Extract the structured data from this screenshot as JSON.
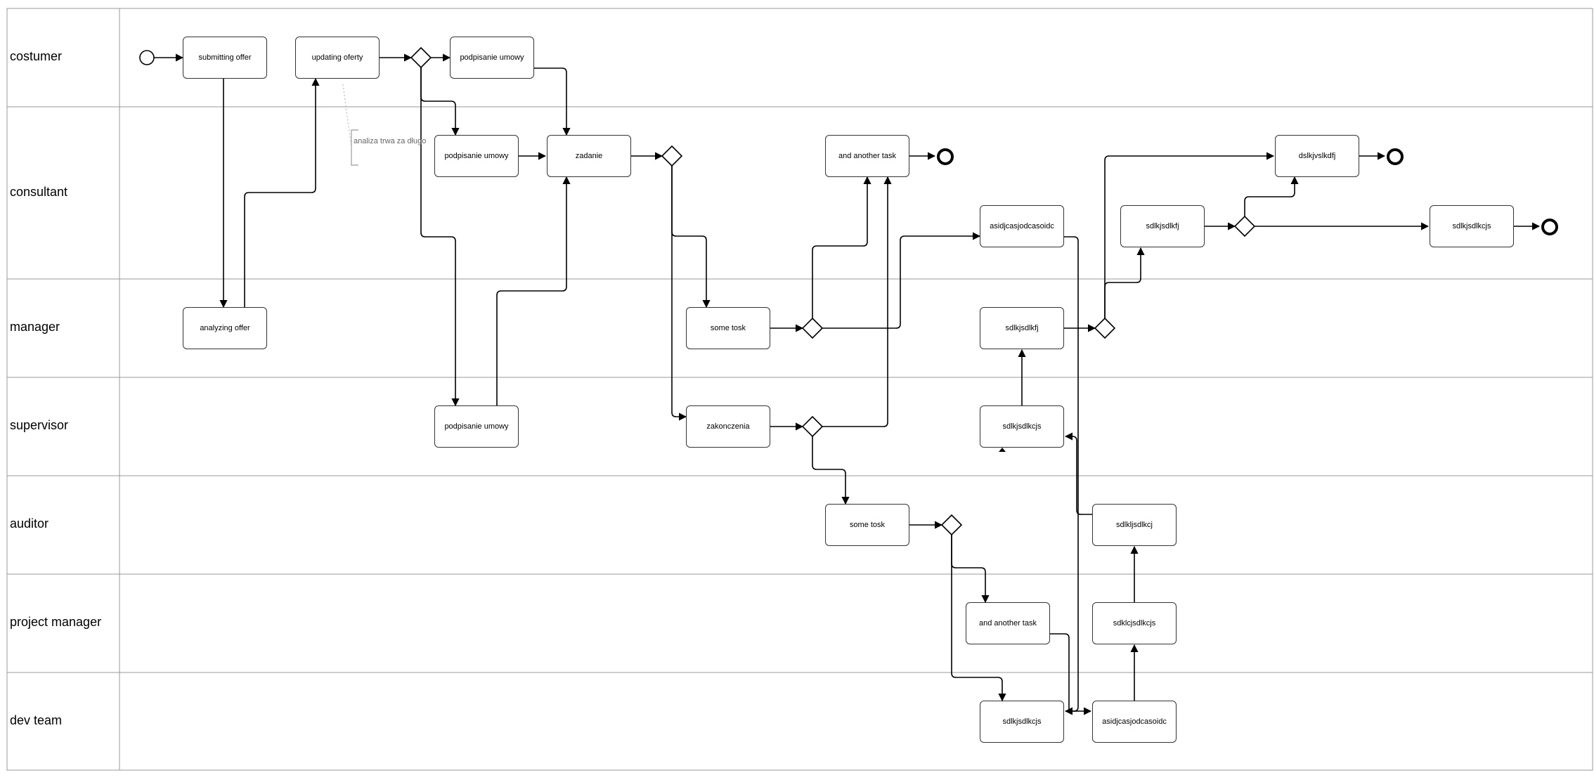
{
  "diagram": {
    "lanes": [
      {
        "label": "costumer"
      },
      {
        "label": "consultant"
      },
      {
        "label": "manager"
      },
      {
        "label": "supervisor"
      },
      {
        "label": "auditor"
      },
      {
        "label": "project manager"
      },
      {
        "label": "dev team"
      }
    ],
    "tasks": {
      "submitting_offer": "submitting offer",
      "updating_oferty": "updating oferty",
      "podpisanie_umowy_1": "podpisanie umowy",
      "podpisanie_umowy_2": "podpisanie umowy",
      "zadanie": "zadanie",
      "and_another_task_1": "and another task",
      "asidjcasjodcasoidc_1": "asidjcasjodcasoidc",
      "sdlkjsdlkfj_1": "sdlkjsdlkfj",
      "dslkjvslkdfj": "dslkjvslkdfj",
      "sdlkjsdlkcjs_1": "sdlkjsdlkcjs",
      "analyzing_offer": "analyzing offer",
      "some_tosk_1": "some tosk",
      "sdlkjsdlkfj_2": "sdlkjsdlkfj",
      "podpisanie_umowy_3": "podpisanie umowy",
      "zakonczenia": "zakonczenia",
      "sdlkjsdlkcjs_2": "sdlkjsdlkcjs",
      "some_tosk_2": "some tosk",
      "sdlkljsdlkcj": "sdlkljsdlkcj",
      "and_another_task_2": "and another task",
      "sdklcjsdlkcjs": "sdklcjsdlkcjs",
      "sdlkjsdlkcjs_3": "sdlkjsdlkcjs",
      "asidjcasjodcasoidc_2": "asidjcasjodcasoidc"
    },
    "annotation": "analiza trwa za długo"
  }
}
